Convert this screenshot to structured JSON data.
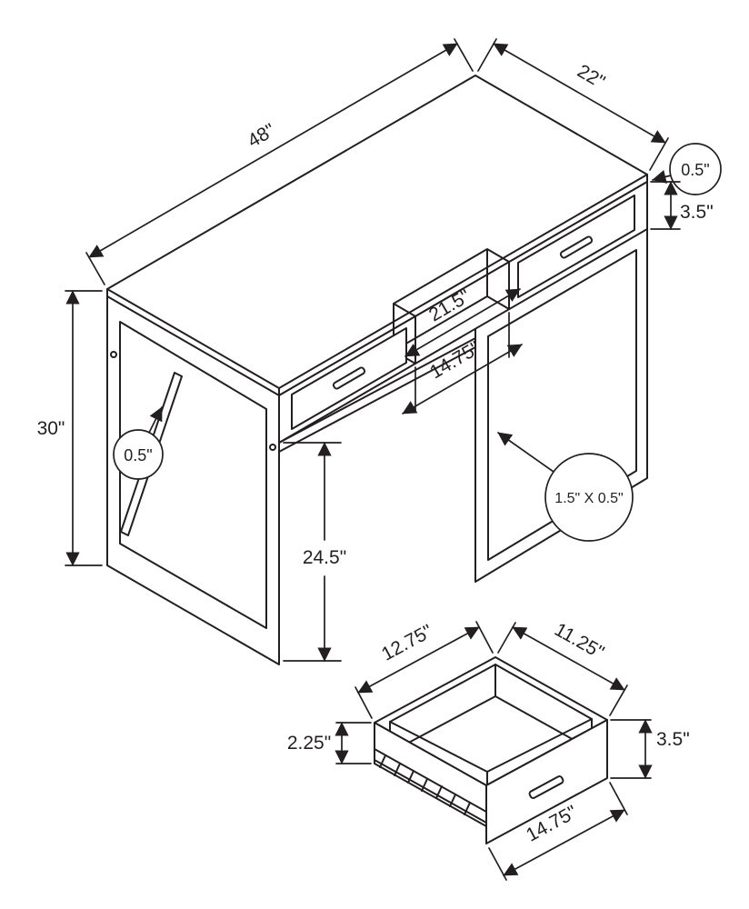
{
  "colors": {
    "line": "#231f20",
    "background": "#ffffff"
  },
  "desk": {
    "dims": {
      "top_length": "48\"",
      "top_depth": "22\"",
      "top_thickness": "0.5\"",
      "apron_height": "3.5\"",
      "overall_height": "30\"",
      "frame_thickness": "0.5\"",
      "center_opening_width": "21.5\"",
      "drawer_opening_width": "14.75\"",
      "clearance_height": "24.5\"",
      "leg_tube_size": "1.5\" X 0.5\""
    }
  },
  "drawer": {
    "dims": {
      "inner_width": "12.75\"",
      "inner_depth": "11.25\"",
      "side_height": "2.25\"",
      "front_height": "3.5\"",
      "front_width": "14.75\""
    }
  }
}
